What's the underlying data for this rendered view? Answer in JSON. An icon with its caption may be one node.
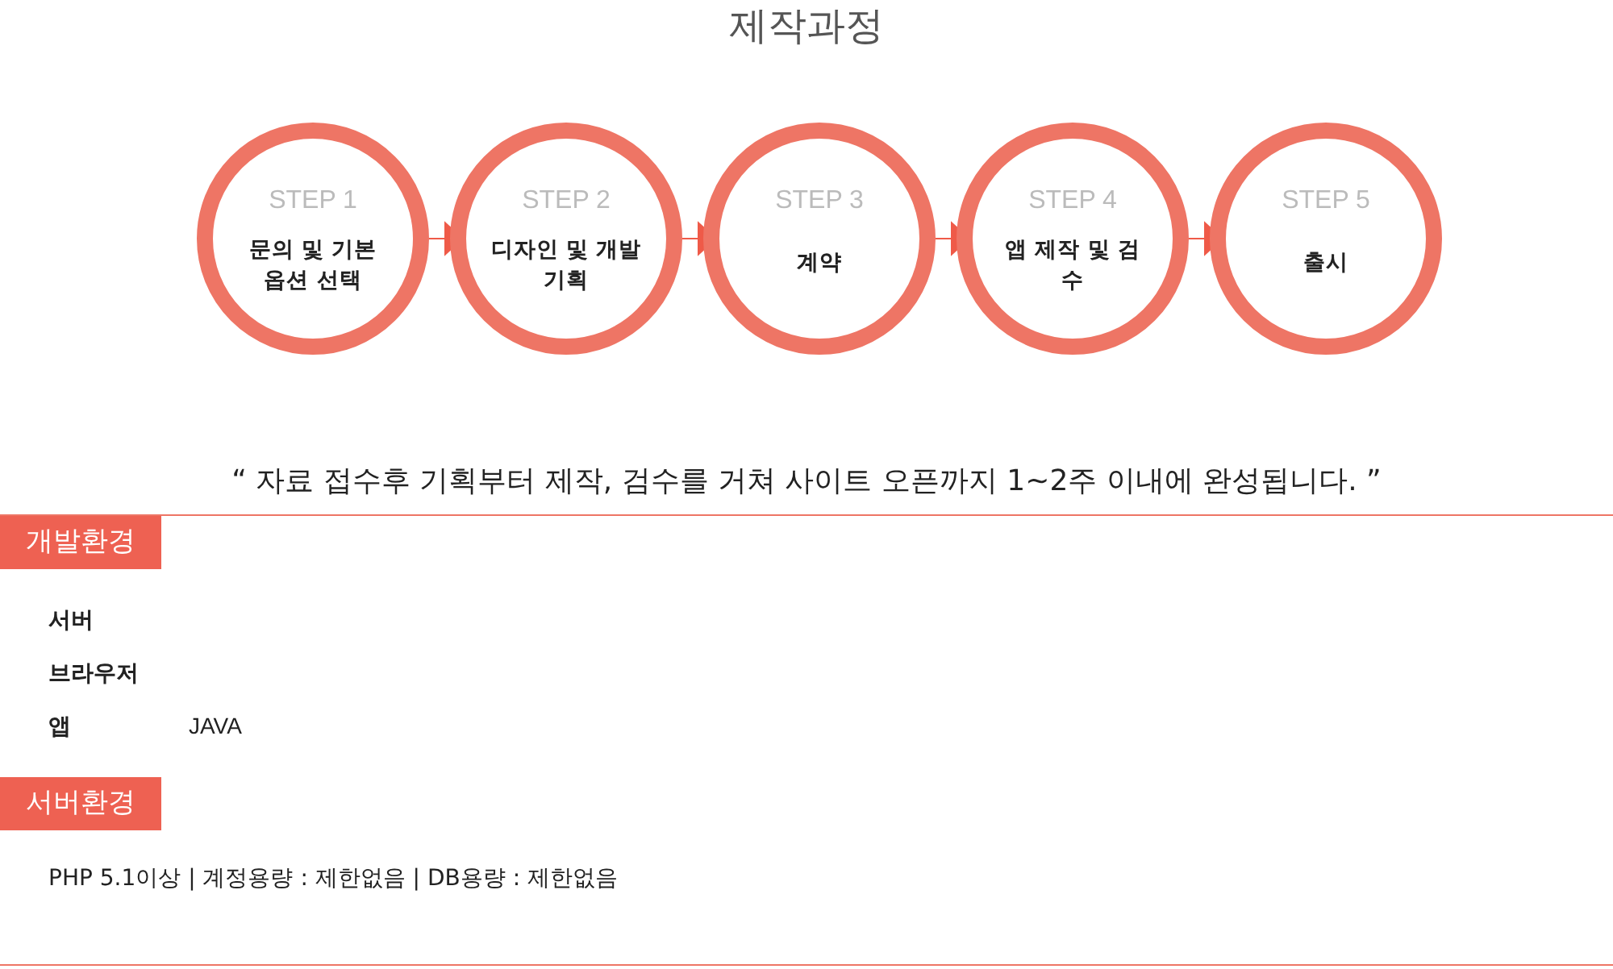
{
  "diagram": {
    "title": "제작과정",
    "nodes": [
      {
        "text": [
          "STEP 1",
          "문의 및 기본 옵션 선택"
        ]
      },
      {
        "text": [
          "STEP 2",
          "디자인 및 개발 기획"
        ]
      },
      {
        "text": [
          "STEP 3",
          "계약"
        ]
      },
      {
        "text": [
          "STEP 4",
          "앱 제작 및 검수"
        ]
      },
      {
        "text": [
          "STEP 5",
          "출시"
        ]
      },
      {
        "text": [
          "개발환경"
        ]
      },
      {
        "text": [
          "서버환경"
        ]
      }
    ],
    "edges": [
      {
        "from": 0,
        "to": 1,
        "arrow": "to"
      },
      {
        "from": 1,
        "to": 2,
        "arrow": "to"
      },
      {
        "from": 2,
        "to": 3,
        "arrow": "to"
      },
      {
        "from": 3,
        "to": 4,
        "arrow": "to"
      }
    ],
    "labels": [
      "“ 자료 접수후 기획부터 제작, 검수를 거쳐 사이트 오픈까지 1~2주 이내에 완성됩니다. ”",
      "서버",
      "브라우저",
      "앱",
      "JAVA",
      "PHP 5.1이상 | 계정용량 : 제한없음 | DB용량 : 제한없음"
    ]
  }
}
